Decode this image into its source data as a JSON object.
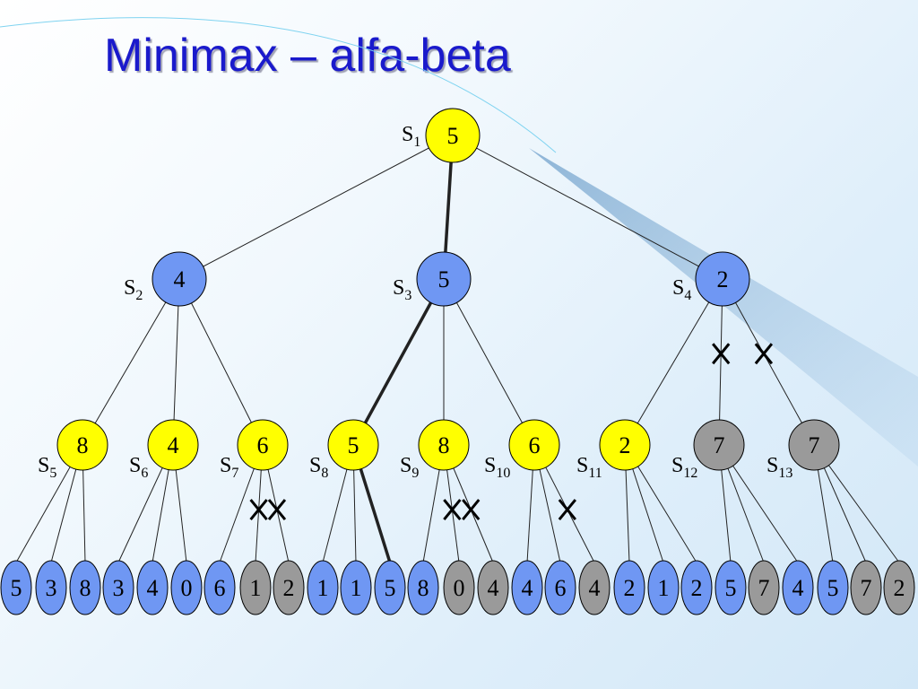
{
  "title": "Minimax – alfa-beta",
  "colors": {
    "max_node": "#ffff00",
    "min_node": "#6f97f3",
    "pruned_node": "#9a9a9a",
    "edge": "#222222",
    "title": "#1a1acc"
  },
  "nodes": [
    {
      "id": "s1",
      "label": "S",
      "sub": "1",
      "value": "5",
      "fill": "max_node"
    },
    {
      "id": "s2",
      "label": "S",
      "sub": "2",
      "value": "4",
      "fill": "min_node"
    },
    {
      "id": "s3",
      "label": "S",
      "sub": "3",
      "value": "5",
      "fill": "min_node"
    },
    {
      "id": "s4",
      "label": "S",
      "sub": "4",
      "value": "2",
      "fill": "min_node"
    },
    {
      "id": "s5",
      "label": "S",
      "sub": "5",
      "value": "8",
      "fill": "max_node"
    },
    {
      "id": "s6",
      "label": "S",
      "sub": "6",
      "value": "4",
      "fill": "max_node"
    },
    {
      "id": "s7",
      "label": "S",
      "sub": "7",
      "value": "6",
      "fill": "max_node"
    },
    {
      "id": "s8",
      "label": "S",
      "sub": "8",
      "value": "5",
      "fill": "max_node"
    },
    {
      "id": "s9",
      "label": "S",
      "sub": "9",
      "value": "8",
      "fill": "max_node"
    },
    {
      "id": "s10",
      "label": "S",
      "sub": "10",
      "value": "6",
      "fill": "max_node"
    },
    {
      "id": "s11",
      "label": "S",
      "sub": "11",
      "value": "2",
      "fill": "max_node"
    },
    {
      "id": "s12",
      "label": "S",
      "sub": "12",
      "value": "7",
      "fill": "pruned_node"
    },
    {
      "id": "s13",
      "label": "S",
      "sub": "13",
      "value": "7",
      "fill": "pruned_node"
    }
  ],
  "leaves": [
    {
      "parent": "s5",
      "value": "5",
      "pruned": false
    },
    {
      "parent": "s5",
      "value": "3",
      "pruned": false
    },
    {
      "parent": "s5",
      "value": "8",
      "pruned": false
    },
    {
      "parent": "s6",
      "value": "3",
      "pruned": false
    },
    {
      "parent": "s6",
      "value": "4",
      "pruned": false
    },
    {
      "parent": "s6",
      "value": "0",
      "pruned": false
    },
    {
      "parent": "s7",
      "value": "6",
      "pruned": false
    },
    {
      "parent": "s7",
      "value": "1",
      "pruned": true
    },
    {
      "parent": "s7",
      "value": "2",
      "pruned": true
    },
    {
      "parent": "s8",
      "value": "1",
      "pruned": false
    },
    {
      "parent": "s8",
      "value": "1",
      "pruned": false
    },
    {
      "parent": "s8",
      "value": "5",
      "pruned": false
    },
    {
      "parent": "s9",
      "value": "8",
      "pruned": false
    },
    {
      "parent": "s9",
      "value": "0",
      "pruned": true
    },
    {
      "parent": "s9",
      "value": "4",
      "pruned": true
    },
    {
      "parent": "s10",
      "value": "4",
      "pruned": false
    },
    {
      "parent": "s10",
      "value": "6",
      "pruned": false
    },
    {
      "parent": "s10",
      "value": "4",
      "pruned": true
    },
    {
      "parent": "s11",
      "value": "2",
      "pruned": false
    },
    {
      "parent": "s11",
      "value": "1",
      "pruned": false
    },
    {
      "parent": "s11",
      "value": "2",
      "pruned": false
    },
    {
      "parent": "s12",
      "value": "5",
      "pruned": false
    },
    {
      "parent": "s12",
      "value": "7",
      "pruned": true
    },
    {
      "parent": "s12",
      "value": "4",
      "pruned": false
    },
    {
      "parent": "s13",
      "value": "5",
      "pruned": false
    },
    {
      "parent": "s13",
      "value": "7",
      "pruned": true
    },
    {
      "parent": "s13",
      "value": "2",
      "pruned": true
    }
  ],
  "edges": [
    {
      "from": "s1",
      "to": "s2",
      "bold": false,
      "cut": false
    },
    {
      "from": "s1",
      "to": "s3",
      "bold": true,
      "cut": false
    },
    {
      "from": "s1",
      "to": "s4",
      "bold": false,
      "cut": false
    },
    {
      "from": "s2",
      "to": "s5",
      "bold": false,
      "cut": false
    },
    {
      "from": "s2",
      "to": "s6",
      "bold": false,
      "cut": false
    },
    {
      "from": "s2",
      "to": "s7",
      "bold": false,
      "cut": false
    },
    {
      "from": "s3",
      "to": "s8",
      "bold": true,
      "cut": false
    },
    {
      "from": "s3",
      "to": "s9",
      "bold": false,
      "cut": false
    },
    {
      "from": "s3",
      "to": "s10",
      "bold": false,
      "cut": false
    },
    {
      "from": "s4",
      "to": "s11",
      "bold": false,
      "cut": false
    },
    {
      "from": "s4",
      "to": "s12",
      "bold": false,
      "cut": true
    },
    {
      "from": "s4",
      "to": "s13",
      "bold": false,
      "cut": true
    }
  ],
  "leaf_edges": [
    {
      "leaf": 11,
      "bold": true
    },
    {
      "leaf": 7,
      "cut": true
    },
    {
      "leaf": 8,
      "cut": true
    },
    {
      "leaf": 13,
      "cut": true
    },
    {
      "leaf": 14,
      "cut": true
    },
    {
      "leaf": 17,
      "cut": true
    }
  ]
}
